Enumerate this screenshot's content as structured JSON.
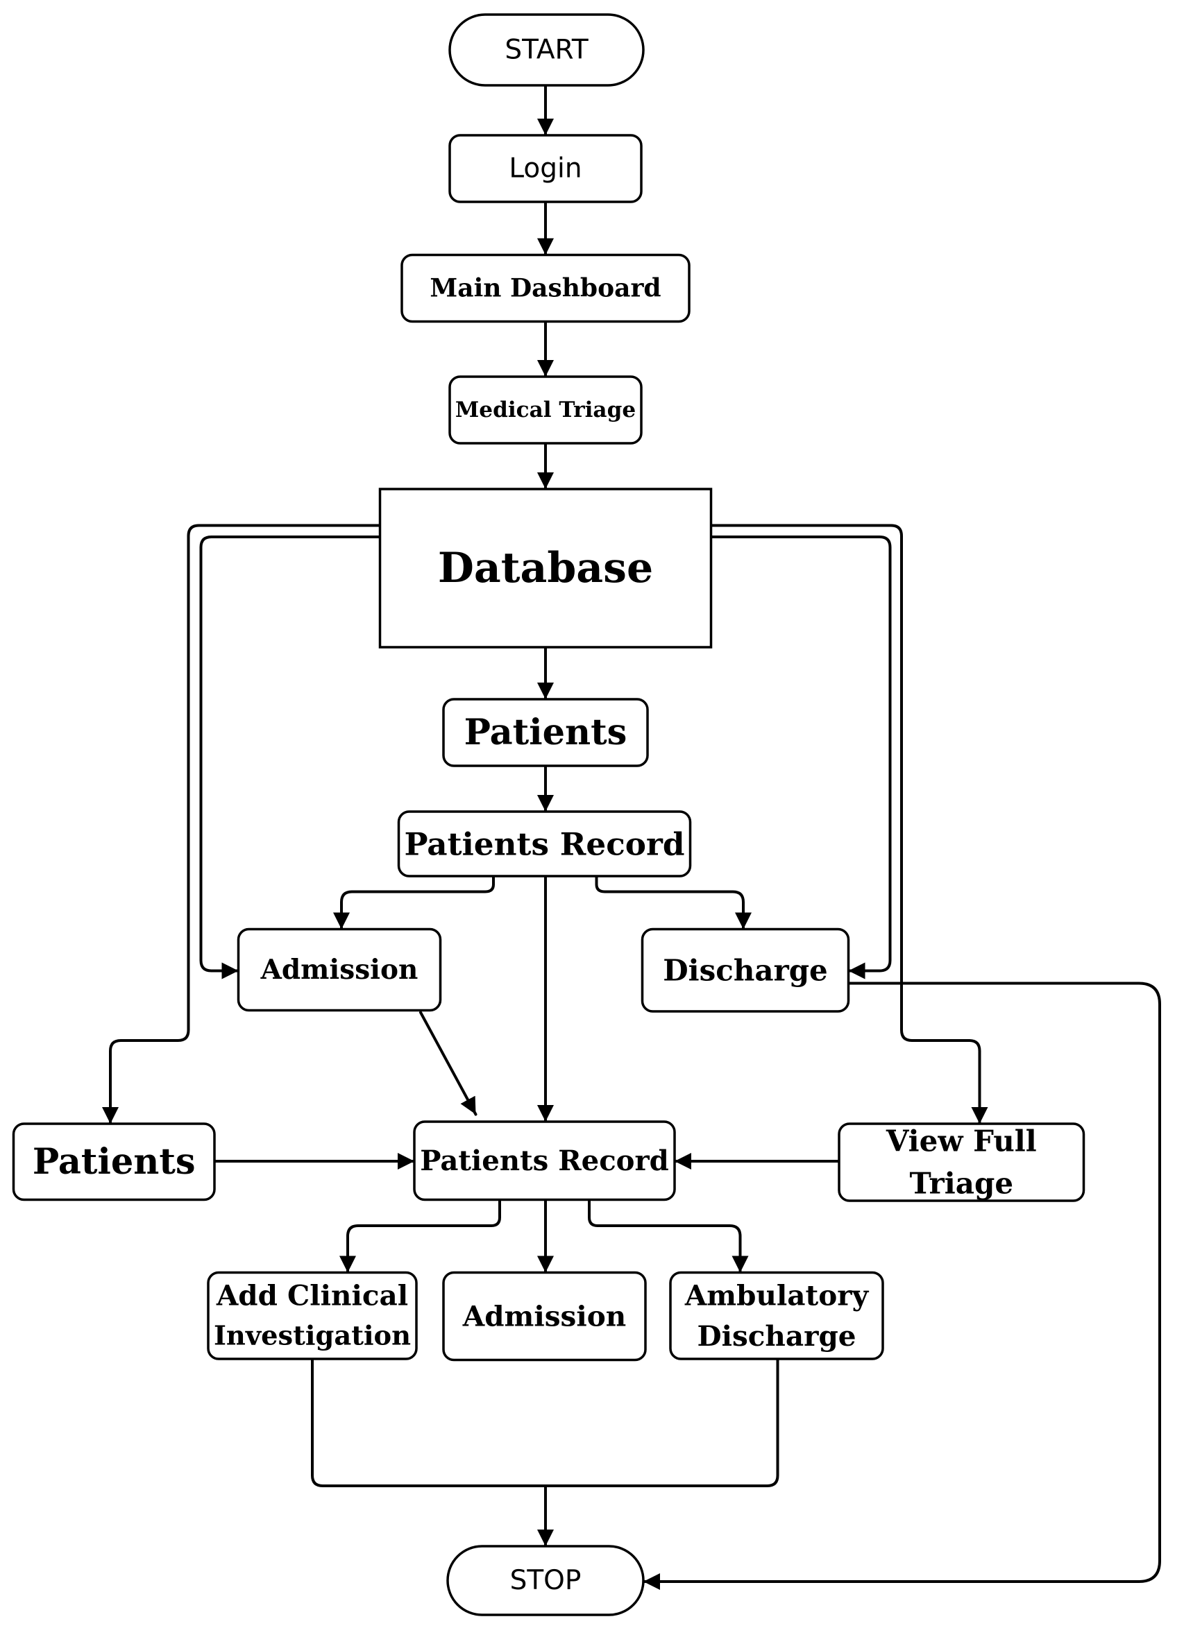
{
  "diagram": {
    "nodes": {
      "start": {
        "lines": [
          "START"
        ]
      },
      "login": {
        "lines": [
          "Login"
        ]
      },
      "main_dashboard": {
        "lines": [
          "Main Dashboard"
        ]
      },
      "medical_triage": {
        "lines": [
          "Medical Triage"
        ]
      },
      "database": {
        "lines": [
          "Database"
        ]
      },
      "patients_top": {
        "lines": [
          "Patients"
        ]
      },
      "patients_record_top": {
        "lines": [
          "Patients Record"
        ]
      },
      "admission_top": {
        "lines": [
          "Admission"
        ]
      },
      "discharge": {
        "lines": [
          "Discharge"
        ]
      },
      "patients_left": {
        "lines": [
          "Patients"
        ]
      },
      "patients_record_mid": {
        "lines": [
          "Patients Record"
        ]
      },
      "view_full_triage": {
        "lines": [
          "View Full",
          "Triage"
        ]
      },
      "add_clinical": {
        "lines": [
          "Add Clinical",
          "Investigation"
        ]
      },
      "admission_bottom": {
        "lines": [
          "Admission"
        ]
      },
      "ambulatory": {
        "lines": [
          "Ambulatory",
          "Discharge"
        ]
      },
      "stop": {
        "lines": [
          "STOP"
        ]
      }
    },
    "edges": [
      [
        "start",
        "login"
      ],
      [
        "login",
        "main_dashboard"
      ],
      [
        "main_dashboard",
        "medical_triage"
      ],
      [
        "medical_triage",
        "database"
      ],
      [
        "database",
        "patients_top"
      ],
      [
        "patients_top",
        "patients_record_top"
      ],
      [
        "patients_record_top",
        "admission_top"
      ],
      [
        "patients_record_top",
        "discharge"
      ],
      [
        "patients_record_top",
        "patients_record_mid"
      ],
      [
        "database",
        "admission_top"
      ],
      [
        "database",
        "discharge"
      ],
      [
        "database",
        "patients_left"
      ],
      [
        "database",
        "view_full_triage"
      ],
      [
        "admission_top",
        "patients_record_mid"
      ],
      [
        "patients_left",
        "patients_record_mid"
      ],
      [
        "view_full_triage",
        "patients_record_mid"
      ],
      [
        "patients_record_mid",
        "add_clinical"
      ],
      [
        "patients_record_mid",
        "admission_bottom"
      ],
      [
        "patients_record_mid",
        "ambulatory"
      ],
      [
        "add_clinical",
        "stop"
      ],
      [
        "ambulatory",
        "stop"
      ],
      [
        "discharge",
        "stop"
      ]
    ]
  }
}
